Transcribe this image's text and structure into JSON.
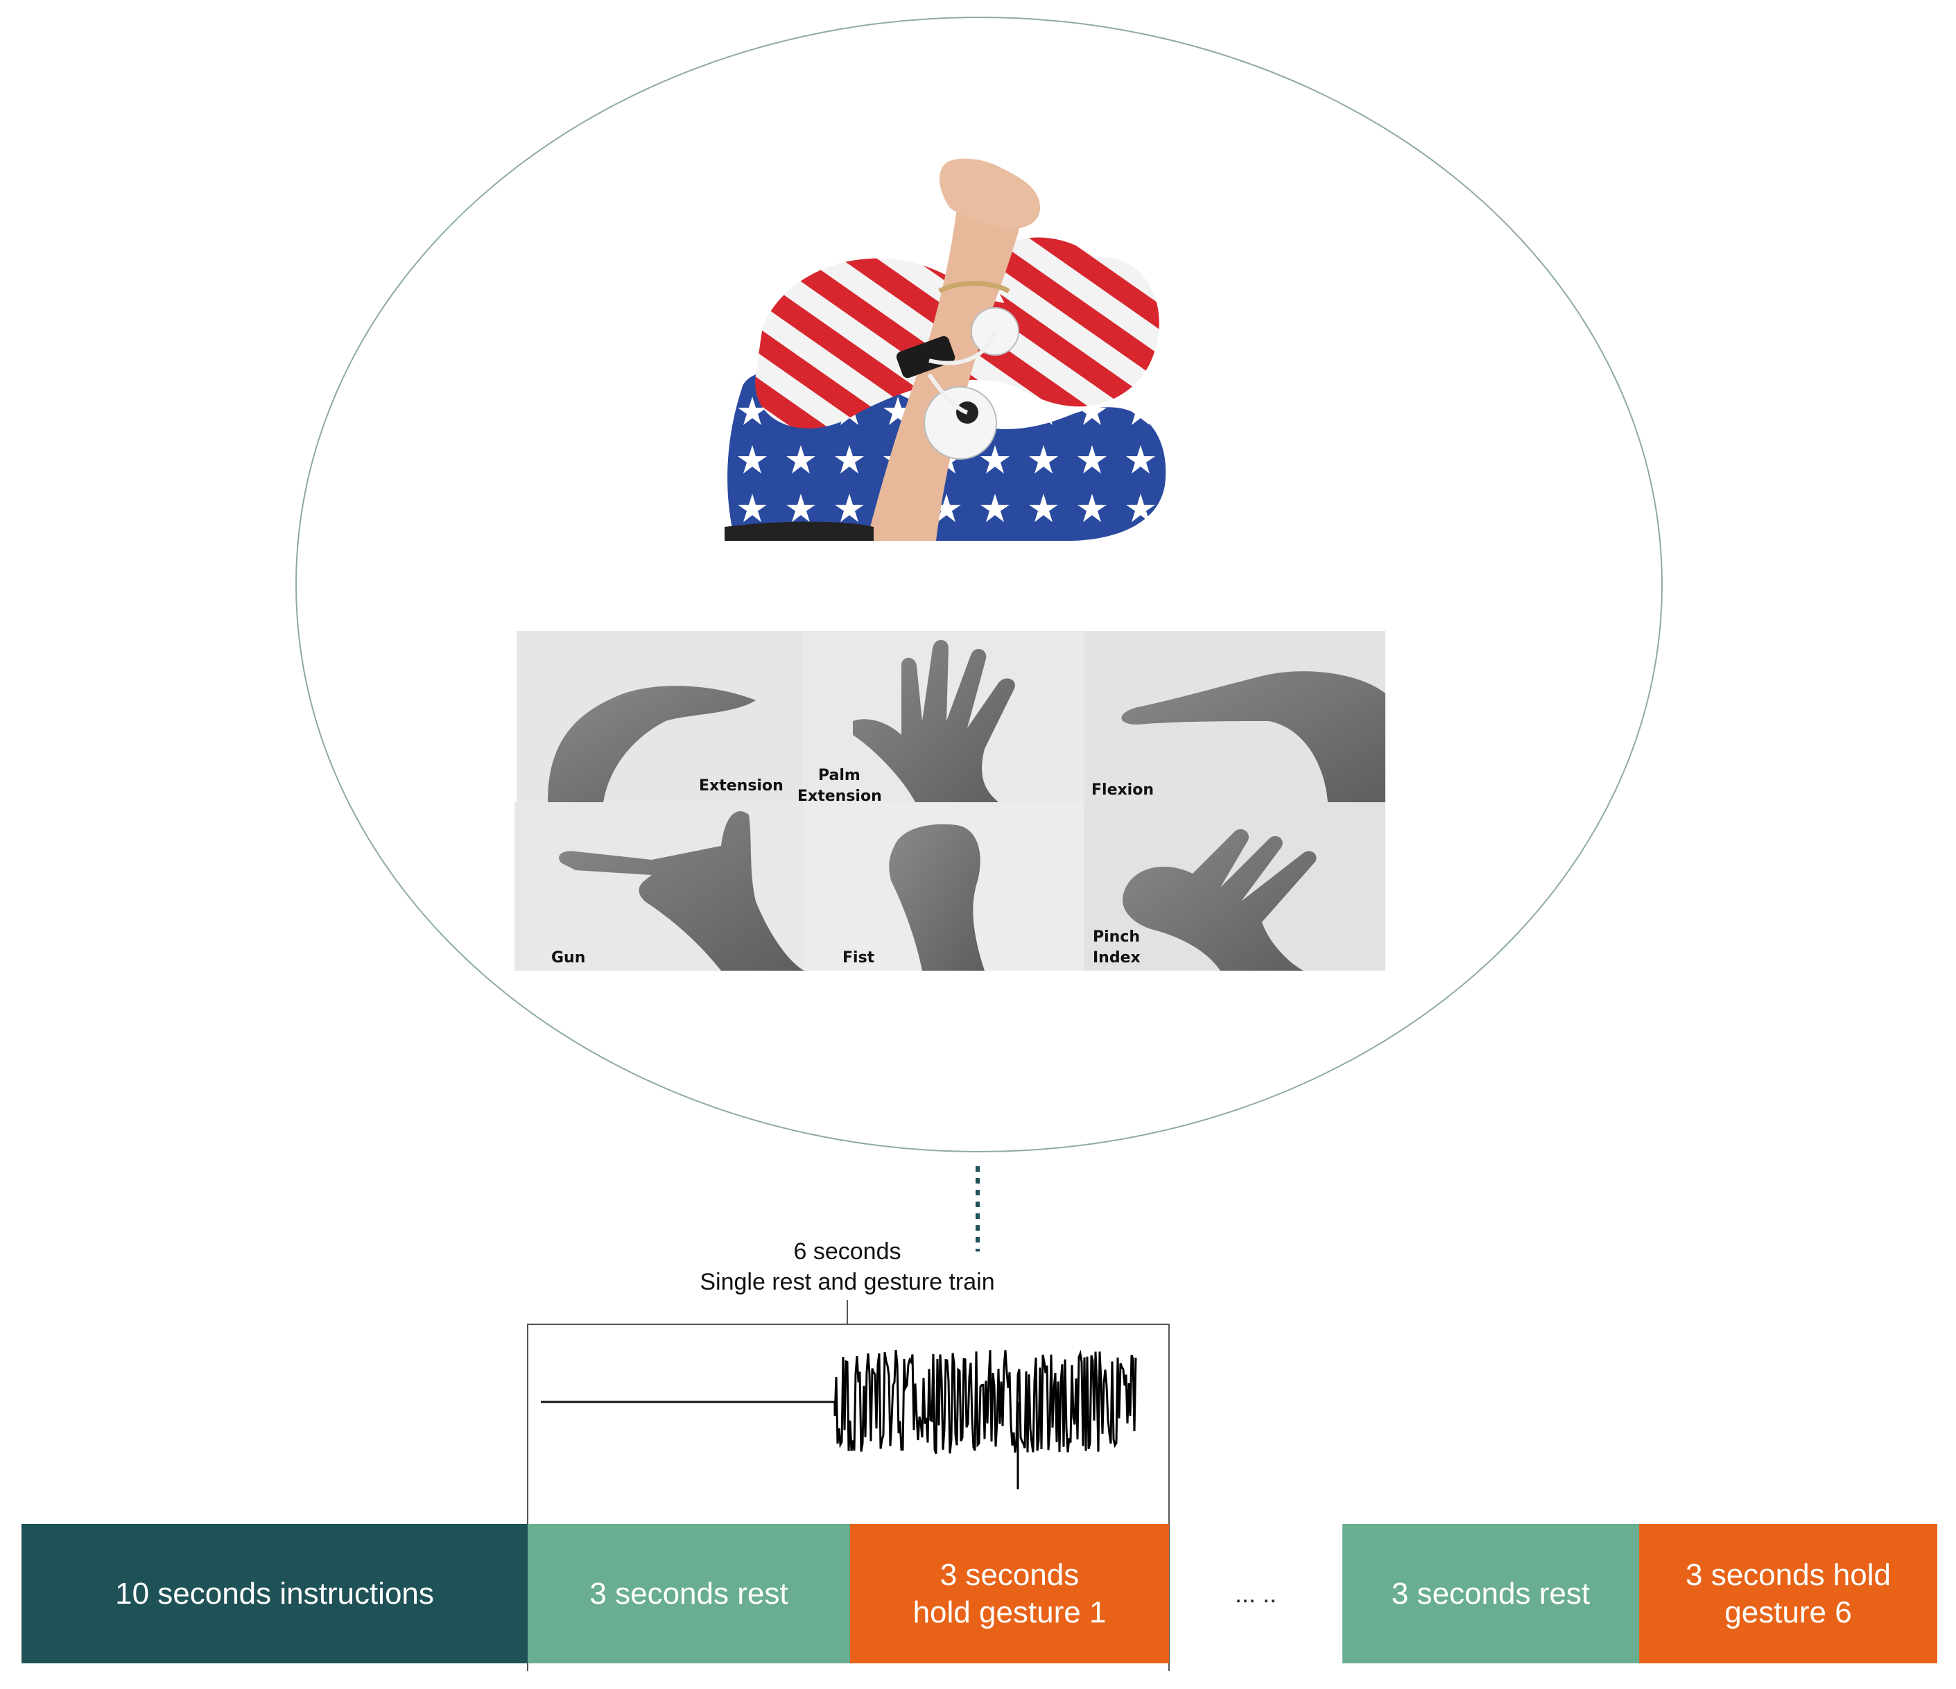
{
  "colors": {
    "instructions": "#1f5257",
    "rest": "#6aae92",
    "hold": "#e86318",
    "ellipse": "#8fa9a6",
    "connector": "#1f5257"
  },
  "gesture_photo": {
    "labels": {
      "extension": "Extension",
      "palm_extension_1": "Palm",
      "palm_extension_2": "Extension",
      "flexion": "Flexion",
      "gun": "Gun",
      "fist": "Fist",
      "pinch_index_1": "Pinch",
      "pinch_index_2": "Index"
    }
  },
  "window": {
    "duration": "6 seconds",
    "caption": "Single rest and gesture train"
  },
  "timeline": {
    "instructions": "10 seconds instructions",
    "rest_1": "3 seconds rest",
    "hold_1": "3 seconds\nhold gesture 1",
    "ellipsis": "... ..",
    "rest_6": "3 seconds rest",
    "hold_6": "3 seconds hold\ngesture 6"
  }
}
